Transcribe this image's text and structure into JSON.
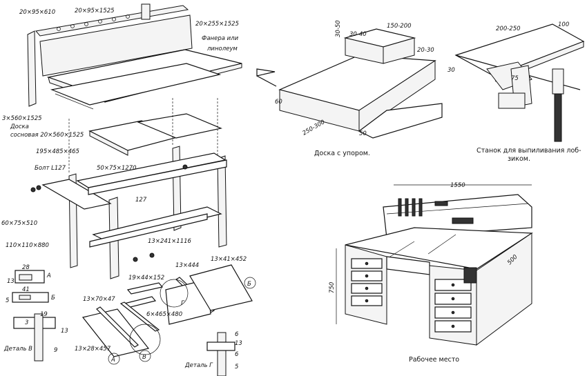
{
  "labels": {
    "back_post": "20×95×610",
    "top_rail": "20×95×1525",
    "back_panel": "20×255×1525",
    "plywood_note": "Фанера или линолеум",
    "board_a": "3×560×1525",
    "board_b": "Доска",
    "board_c": "сосновая 20×560×1525",
    "drawer": "195×485×465",
    "bolt": "Болт L127",
    "rail_50": "50×75×1270",
    "leg_dim": "127",
    "rail_60": "60×75×510",
    "leg": "110×110×880",
    "shelf": "13×241×1116",
    "det_28": "28",
    "det_13a": "13",
    "mark_a": "А",
    "det_41": "41",
    "det_5": "5",
    "mark_b": "Б",
    "det_3": "3",
    "det_19": "19",
    "det_13b": "13",
    "detail_v": "Деталь В",
    "det_9": "9",
    "slat_19": "19×44×152",
    "slat_13_444": "13×444",
    "slat_13_41": "13×41×452",
    "mark_b2": "Б",
    "slat_13_70": "13×70×47",
    "mark_g": "Г",
    "frame_6": "6×465×480",
    "slat_13_28": "13×28×457",
    "mark_a2": "А",
    "mark_v": "В",
    "detail_g": "Деталь Г",
    "dg_6": "6",
    "dg_13": "13",
    "dg_6b": "6",
    "dg_5": "5",
    "stop_150": "150-200",
    "stop_30": "30-50",
    "stop_30b": "30-40",
    "stop_20": "20-30",
    "stop_60": "60",
    "stop_250": "250-300",
    "stop_50": "50",
    "caption_stop": "Доска с упором.",
    "jig_200": "200-250",
    "jig_100": "100",
    "jig_30": "30",
    "jig_75": "75",
    "caption_jig_1": "Станок для выпиливания лоб-",
    "caption_jig_2": "зиком.",
    "ws_1550": "1550",
    "ws_500": "500",
    "ws_750": "750",
    "caption_ws": "Рабочее место"
  }
}
